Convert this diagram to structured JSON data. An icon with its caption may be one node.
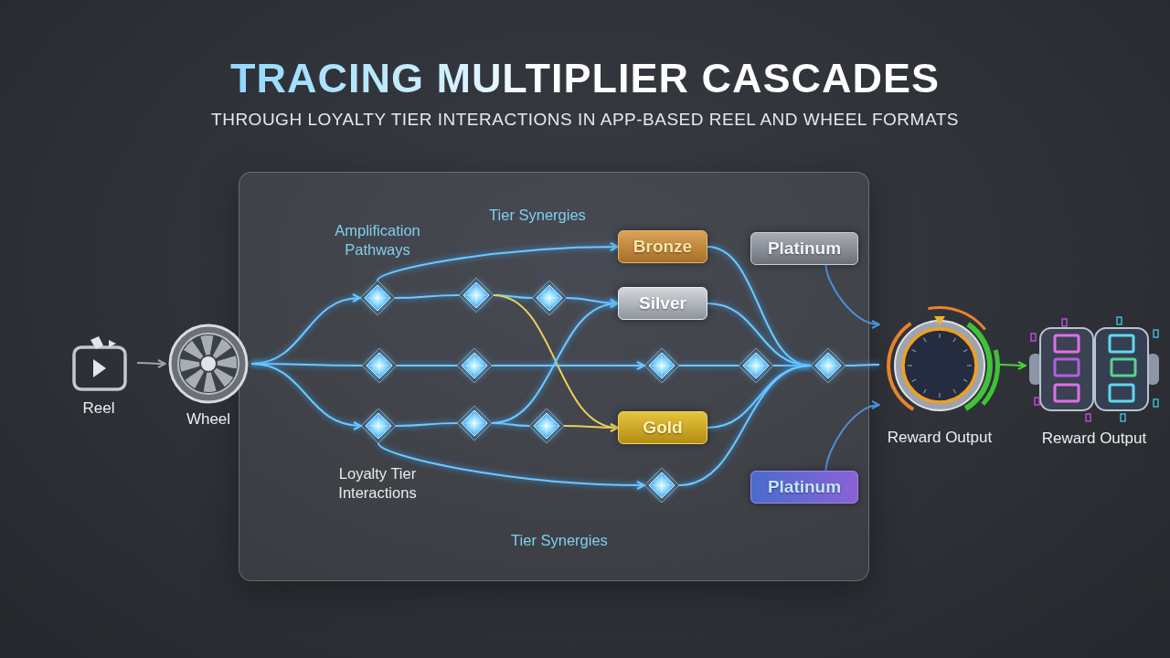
{
  "diagram": {
    "title": "TRACING MULTIPLIER CASCADES",
    "caption": "THROUGH LOYALTY TIER INTERACTIONS IN APP-BASED REEL AND WHEEL FORMATS",
    "nodes": [
      {
        "text": [],
        "shape": "box"
      },
      {
        "text": [
          "Reel"
        ]
      },
      {
        "text": [
          "Wheel"
        ]
      },
      {
        "text": [
          "Bronze"
        ],
        "in": 0
      },
      {
        "text": [
          "Silver"
        ],
        "in": 0
      },
      {
        "text": [
          "Gold"
        ],
        "in": 0
      },
      {
        "text": [
          "Platinum"
        ],
        "in": 0
      },
      {
        "text": [
          "Platinum"
        ],
        "in": 0
      },
      {
        "text": [
          "Reward Output"
        ]
      },
      {
        "text": [
          "Reward Output"
        ]
      },
      {
        "text": [],
        "shape": "diamond",
        "in": 0
      },
      {
        "text": [],
        "shape": "diamond",
        "in": 0
      },
      {
        "text": [],
        "shape": "diamond",
        "in": 0
      },
      {
        "text": [],
        "shape": "diamond",
        "in": 0
      },
      {
        "text": [],
        "shape": "diamond",
        "in": 0
      },
      {
        "text": [],
        "shape": "diamond",
        "in": 0
      },
      {
        "text": [],
        "shape": "diamond",
        "in": 0
      },
      {
        "text": [],
        "shape": "diamond",
        "in": 0
      },
      {
        "text": [],
        "shape": "diamond",
        "in": 0
      },
      {
        "text": [],
        "shape": "diamond",
        "in": 0
      },
      {
        "text": [],
        "shape": "diamond",
        "in": 0
      },
      {
        "text": [],
        "shape": "diamond",
        "in": 0
      }
    ],
    "edges": [
      {
        "from": 1,
        "to": 2,
        "arrow": "to",
        "color": "#9aa4b0"
      },
      {
        "from": 2,
        "to": 10,
        "arrow": "to"
      },
      {
        "from": 2,
        "to": 13,
        "arrow": "none"
      },
      {
        "from": 2,
        "to": 18,
        "arrow": "to"
      },
      {
        "from": 10,
        "to": 11,
        "arrow": "none"
      },
      {
        "from": 11,
        "to": 12,
        "arrow": "none"
      },
      {
        "from": 12,
        "to": 4,
        "arrow": "to"
      },
      {
        "from": 10,
        "to": 3,
        "arrow": "to"
      },
      {
        "from": 13,
        "to": 14,
        "arrow": "none"
      },
      {
        "from": 14,
        "to": 15,
        "arrow": "to"
      },
      {
        "from": 18,
        "to": 19,
        "arrow": "none"
      },
      {
        "from": 19,
        "to": 20,
        "arrow": "none"
      },
      {
        "from": 20,
        "to": 5,
        "arrow": "to",
        "color": "#e8cf5a"
      },
      {
        "from": 18,
        "to": 21,
        "arrow": "to"
      },
      {
        "from": 11,
        "to": 5,
        "arrow": "to",
        "color": "#e8cf5a"
      },
      {
        "from": 19,
        "to": 4,
        "arrow": "to"
      },
      {
        "from": 15,
        "to": 16,
        "arrow": "none"
      },
      {
        "from": 16,
        "to": 17,
        "arrow": "none"
      },
      {
        "from": 3,
        "to": 17,
        "arrow": "none"
      },
      {
        "from": 4,
        "to": 17,
        "arrow": "none"
      },
      {
        "from": 5,
        "to": 17,
        "arrow": "none"
      },
      {
        "from": 21,
        "to": 17,
        "arrow": "none"
      },
      {
        "from": 17,
        "to": 8,
        "arrow": "none"
      },
      {
        "from": 6,
        "to": 8,
        "arrow": "to",
        "color": "#4a90d9"
      },
      {
        "from": 7,
        "to": 8,
        "arrow": "to",
        "color": "#4a90d9"
      },
      {
        "from": 8,
        "to": 9,
        "arrow": "to",
        "color": "#4cd137"
      }
    ],
    "labels": [
      "Tier Synergies",
      "Amplification Pathways",
      "Loyalty Tier Interactions",
      "Tier Synergies"
    ]
  }
}
